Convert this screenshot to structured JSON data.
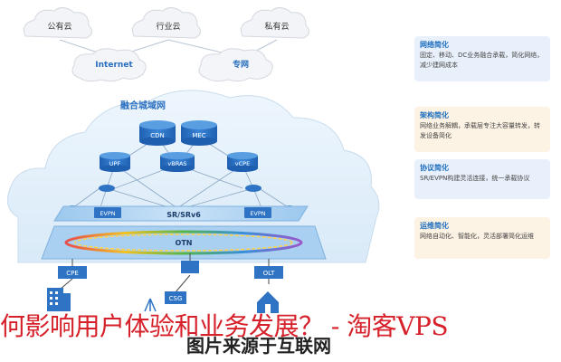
{
  "clouds": {
    "public": "公有云",
    "industry": "行业云",
    "private": "私有云"
  },
  "internet": "Internet",
  "private_network": "专网",
  "metro_title": "融合城域网",
  "nodes": {
    "cdn": "CDN",
    "mec": "MEC",
    "upf": "UPF",
    "vbras": "vBRAS",
    "vcpe": "vCPE",
    "evpn_left": "EVPN",
    "srv6": "SR/SRv6",
    "evpn_right": "EVPN",
    "otn": "OTN",
    "cpe": "CPE",
    "olt": "OLT",
    "csg": "CSG"
  },
  "panels": [
    {
      "title": "网络简化",
      "desc": "固定、移动、DC业务融合承载，简化网络，减少建网成本"
    },
    {
      "title": "架构简化",
      "desc": "网络业务解耦，承载层专注大容量转发，转发设备简化"
    },
    {
      "title": "协议简化",
      "desc": "SR/EVPN构建灵活连接，统一承载协议"
    },
    {
      "title": "运维简化",
      "desc": "网络自动化、智能化，灵活部署简化运维"
    }
  ],
  "watermark": "何影响用户体验和业务发展？ - 淘客VPS",
  "caption": "图片来源于互联网"
}
